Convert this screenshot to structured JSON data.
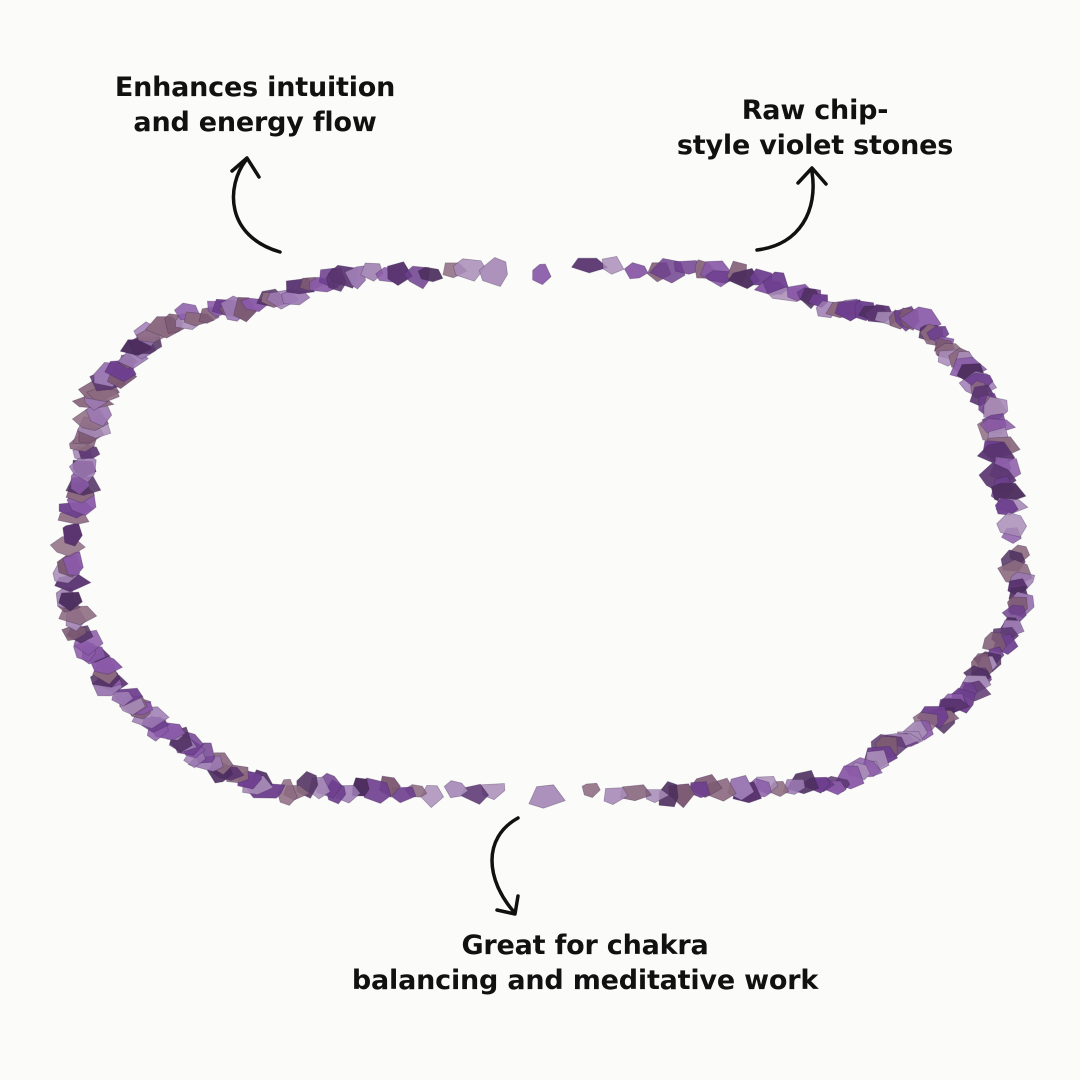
{
  "image": {
    "subject": "amethyst chip bead necklace",
    "background_color": "#fbfbf9",
    "bead_colors": [
      "#6e3f8f",
      "#8a5aa8",
      "#5a3570",
      "#9c7ab3",
      "#7d5a73",
      "#4e2f5f",
      "#a88cb8",
      "#8c6a80"
    ]
  },
  "annotations": {
    "top_left": {
      "line1": "Enhances intuition",
      "line2": "and energy flow"
    },
    "top_right": {
      "line1": "Raw chip-",
      "line2": "style violet stones"
    },
    "bottom": {
      "line1": "Great for chakra",
      "line2": "balancing and meditative work"
    }
  },
  "icons": [
    "curved-arrow-up-icon",
    "curved-arrow-up-right-icon",
    "curved-arrow-down-icon"
  ]
}
